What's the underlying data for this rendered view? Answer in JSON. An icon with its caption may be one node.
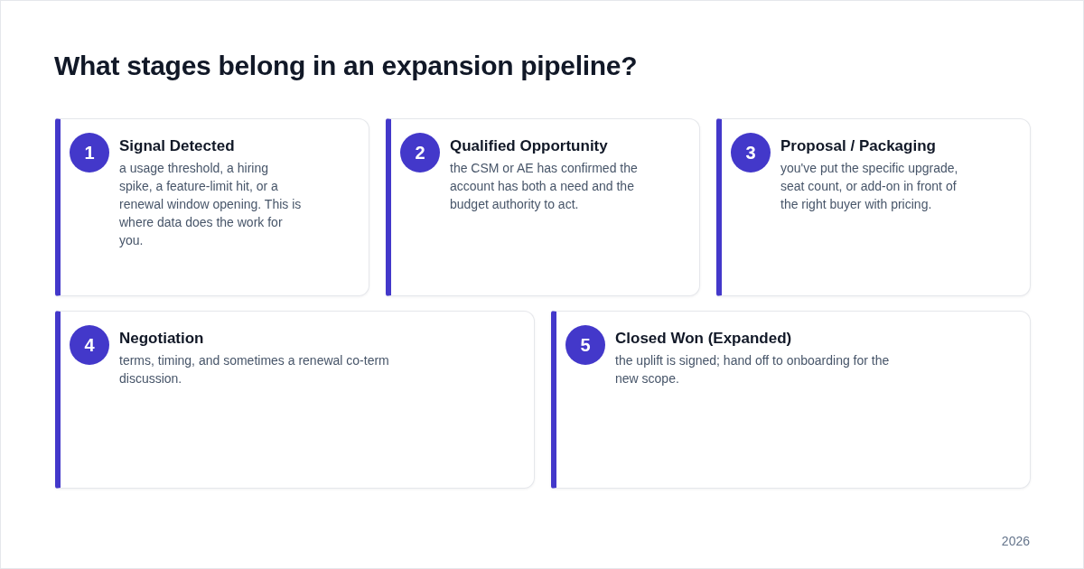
{
  "diagram": {
    "title": "What stages belong in an expansion pipeline?",
    "nodes": [
      {
        "text": [
          "Signal Detected",
          "a usage threshold, a hiring spike, a feature-limit hit, or a renewal window opening. This is where data does the work for you."
        ]
      },
      {
        "text": [
          "1"
        ],
        "in": 0
      },
      {
        "text": [
          "Qualified Opportunity",
          "the CSM or AE has confirmed the account has both a need and the budget authority to act."
        ]
      },
      {
        "text": [
          "2"
        ],
        "in": 2
      },
      {
        "text": [
          "Proposal / Packaging",
          "you've put the specific upgrade, seat count, or add-on in front of the right buyer with pricing."
        ]
      },
      {
        "text": [
          "3"
        ],
        "in": 4
      },
      {
        "text": [
          "Negotiation",
          "terms, timing, and sometimes a renewal co-term discussion."
        ]
      },
      {
        "text": [
          "4"
        ],
        "in": 6
      },
      {
        "text": [
          "Closed Won (Expanded)",
          "the uplift is signed; hand off to onboarding for the new scope."
        ]
      },
      {
        "text": [
          "5"
        ],
        "in": 8
      }
    ],
    "edges": [],
    "labels": [
      "2026"
    ]
  }
}
